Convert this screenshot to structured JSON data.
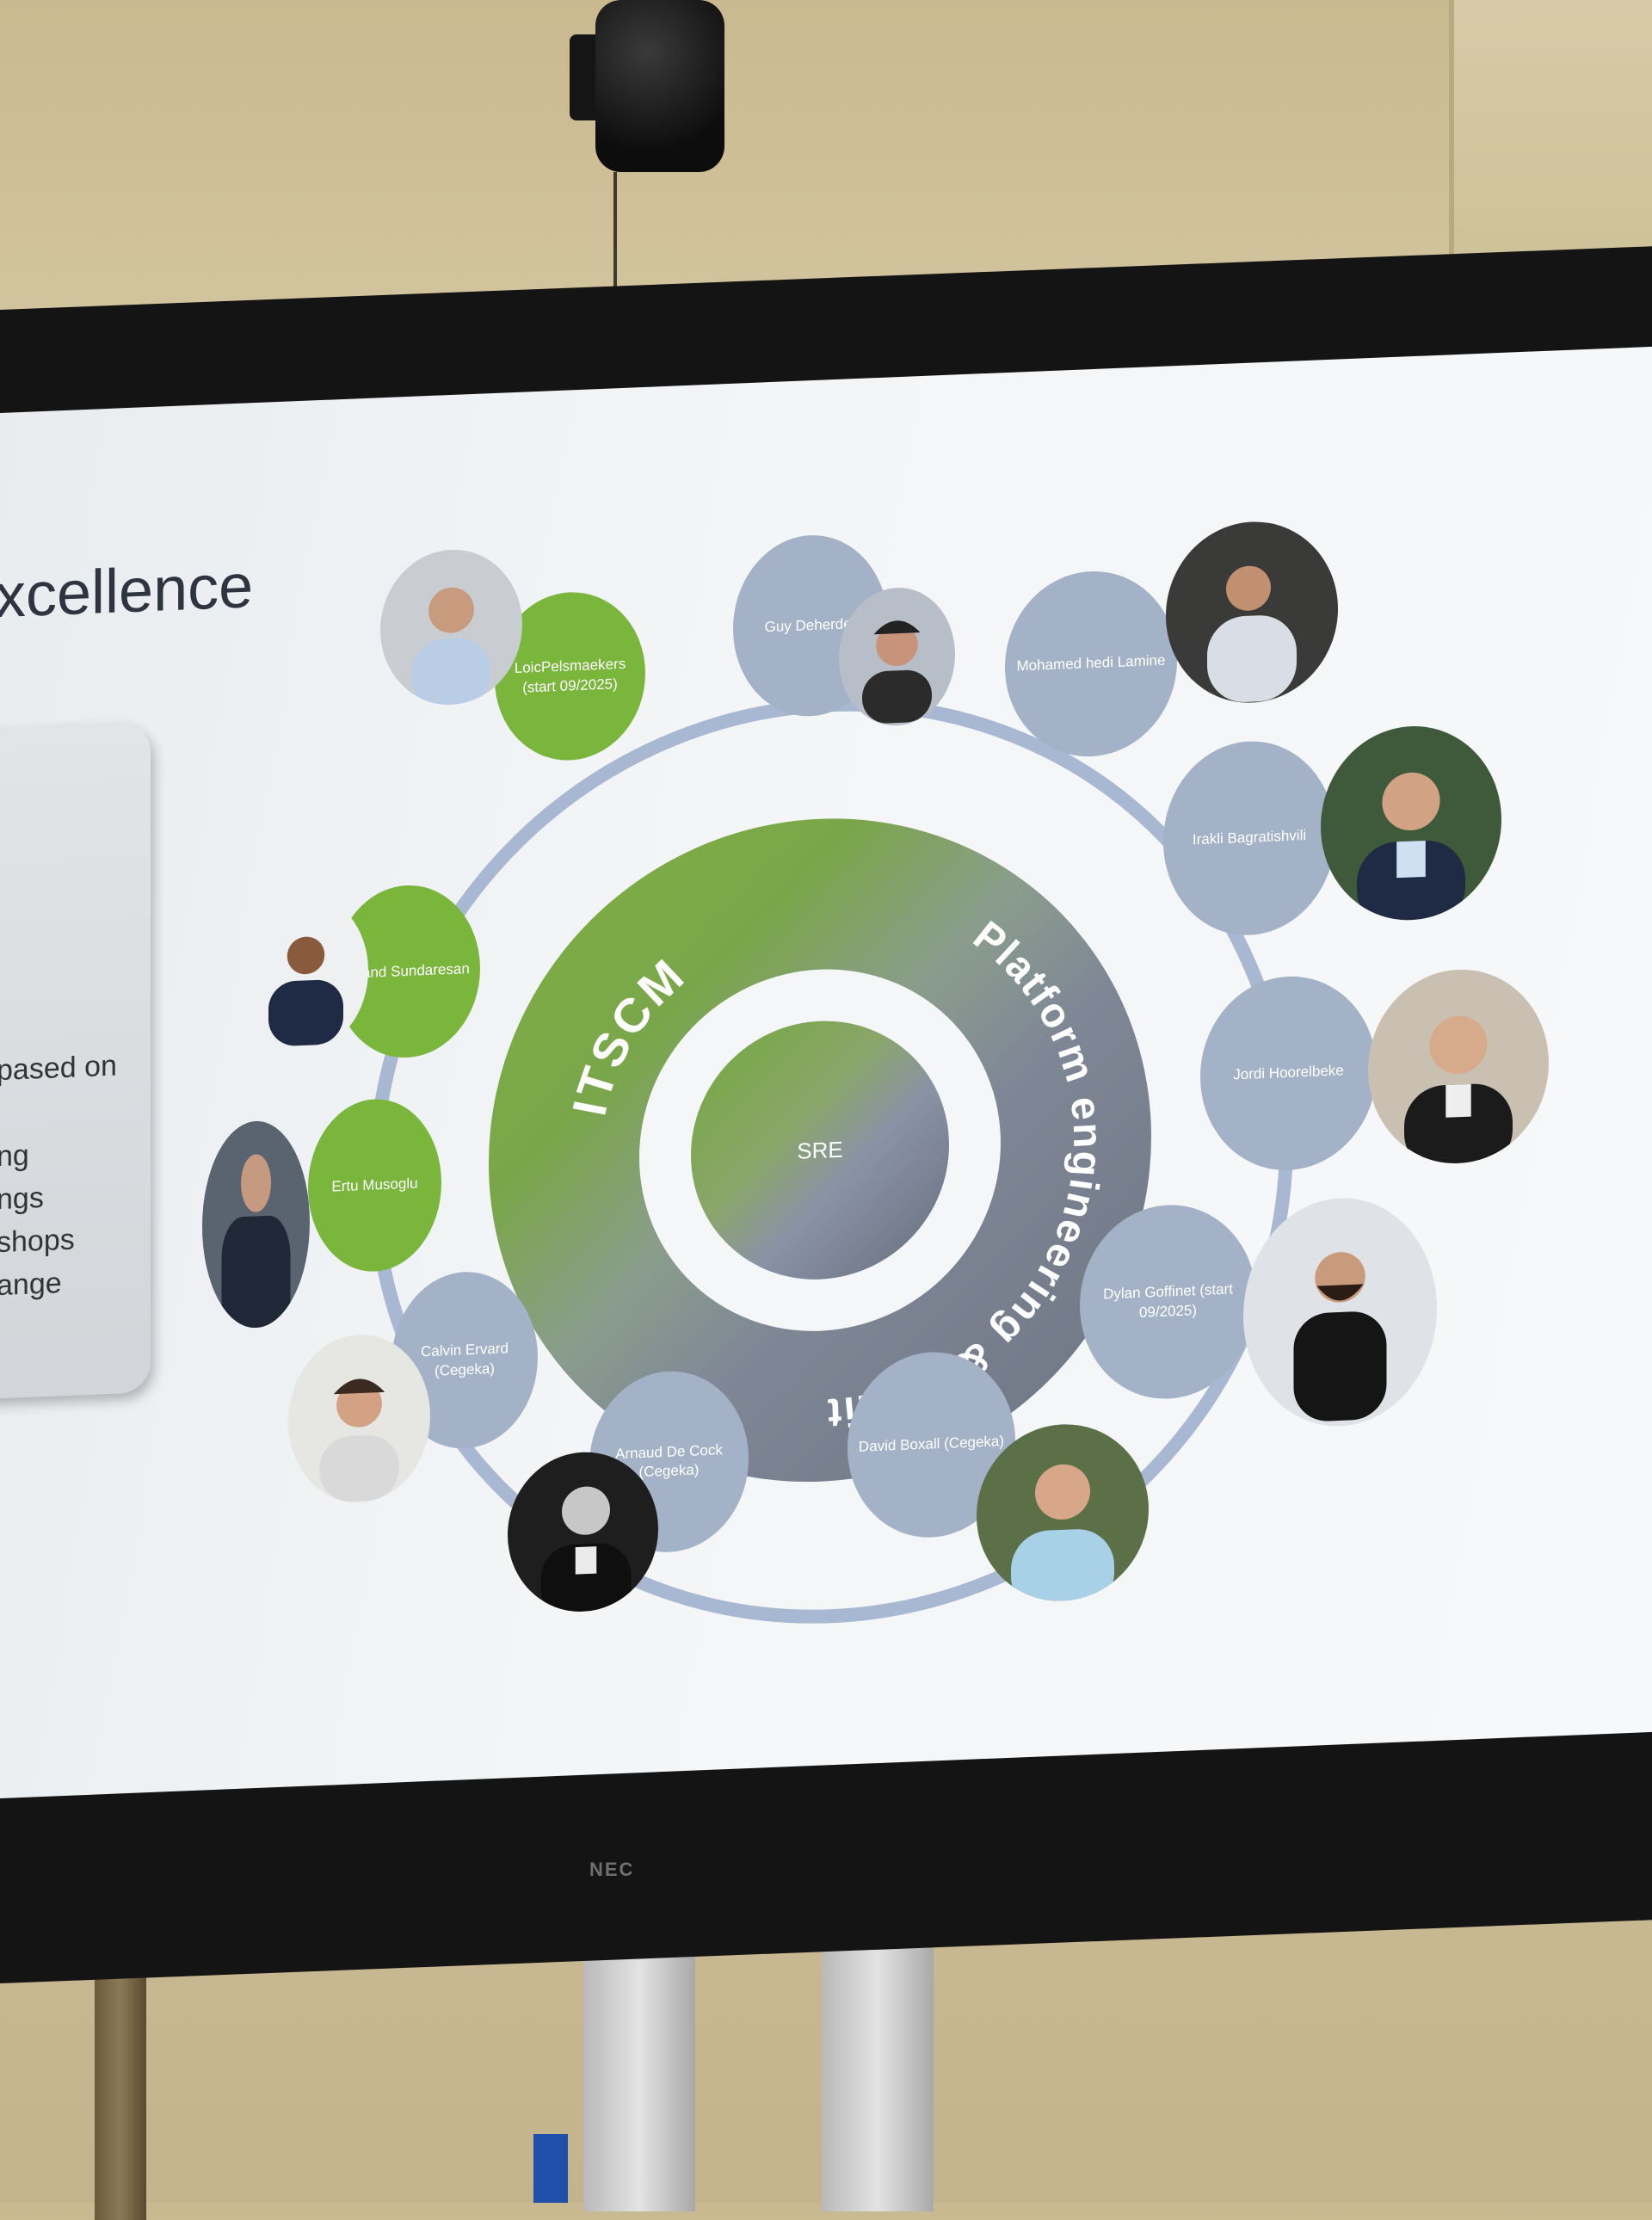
{
  "slide": {
    "title_fragment": "xcellence",
    "info_lines": [
      "pased on",
      "ng",
      "ngs",
      "shops",
      "ange"
    ],
    "core_label": "SRE",
    "ring_labels": {
      "left": "ITSCM",
      "right_bottom": "Platform engineering & monitoring"
    },
    "members": [
      {
        "name": "LoicPelsmaekers (start 09/2025)",
        "color": "#7ab53c"
      },
      {
        "name": "Guy Deherder",
        "color": "#a4b2c7"
      },
      {
        "name": "Mohamed hedi Lamine",
        "color": "#a4b2c7"
      },
      {
        "name": "Irakli Bagratishvili",
        "color": "#a4b2c7"
      },
      {
        "name": "Jordi Hoorelbeke",
        "color": "#a4b2c7"
      },
      {
        "name": "Dylan Goffinet (start 09/2025)",
        "color": "#a4b2c7"
      },
      {
        "name": "David Boxall (Cegeka)",
        "color": "#a4b2c7"
      },
      {
        "name": "Arnaud De Cock (Cegeka)",
        "color": "#a4b2c7"
      },
      {
        "name": "Calvin Ervard (Cegeka)",
        "color": "#a4b2c7"
      },
      {
        "name": "Ertu Musoglu",
        "color": "#7ab53c"
      },
      {
        "name": "Anand Sundaresan",
        "color": "#7ab53c"
      }
    ]
  },
  "monitor": {
    "brand": "NEC"
  }
}
